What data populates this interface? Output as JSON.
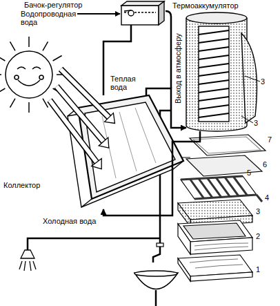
{
  "diagram": {
    "nodes": [
      {
        "text": [
          "Бачок-регулятор"
        ]
      },
      {
        "text": [
          "Термоаккумулятор"
        ]
      },
      {
        "text": [
          "Коллектор"
        ]
      }
    ],
    "edges": [
      {
        "from": 0,
        "to": 2,
        "arrow": "none"
      },
      {
        "from": 2,
        "to": 1,
        "label": "Теплая вода",
        "arrow": "to"
      },
      {
        "from": 1,
        "to": 2,
        "label": "Холодная вода",
        "arrow": "to"
      }
    ],
    "labels": [
      "Водопроводная вода",
      "Выход в атмосферу",
      "3",
      "3",
      "7",
      "6",
      "5",
      "4",
      "3",
      "2",
      "1"
    ]
  }
}
